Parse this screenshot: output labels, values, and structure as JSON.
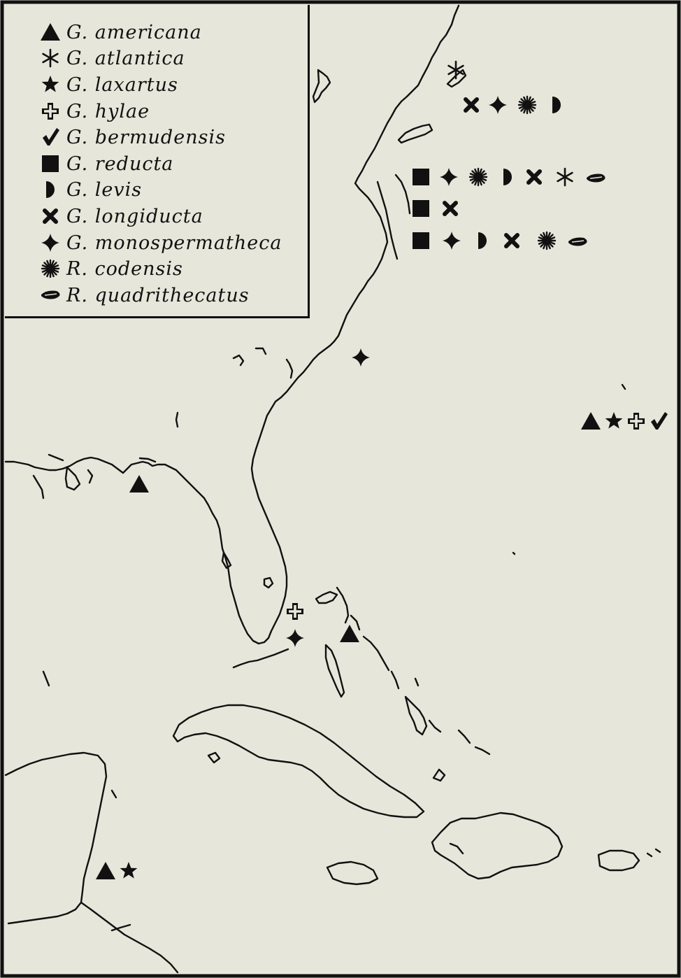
{
  "legend": {
    "items": [
      {
        "symbol": "filled-triangle-icon",
        "label": "G. americana"
      },
      {
        "symbol": "six-point-asterisk-icon",
        "label": "G. atlantica"
      },
      {
        "symbol": "five-point-star-icon",
        "label": "G. laxartus"
      },
      {
        "symbol": "outlined-cross-icon",
        "label": "G. hylae"
      },
      {
        "symbol": "check-mark-icon",
        "label": "G. bermudensis"
      },
      {
        "symbol": "filled-square-icon",
        "label": "G. reducta"
      },
      {
        "symbol": "half-circle-icon",
        "label": "G. levis"
      },
      {
        "symbol": "x-cross-icon",
        "label": "G. longiducta"
      },
      {
        "symbol": "four-point-star-icon",
        "label": "G. monospermatheca"
      },
      {
        "symbol": "starburst-icon",
        "label": "R. codensis"
      },
      {
        "symbol": "leaf-arrow-icon",
        "label": "R. quadrithecatus"
      }
    ]
  },
  "colors": {
    "background": "#e6e6da",
    "ink": "#111111"
  }
}
